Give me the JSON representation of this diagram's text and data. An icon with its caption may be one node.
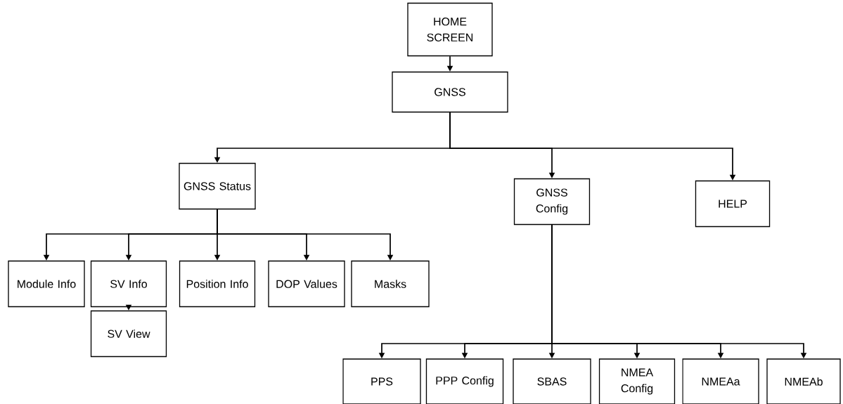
{
  "diagram": {
    "nodes": [
      {
        "text": [
          "HOME SCREEN"
        ]
      },
      {
        "text": [
          "GNSS"
        ]
      },
      {
        "text": [
          "GNSS Status"
        ]
      },
      {
        "text": [
          "GNSS Config"
        ]
      },
      {
        "text": [
          "HELP"
        ]
      },
      {
        "text": [
          "Module Info"
        ]
      },
      {
        "text": [
          "SV Info"
        ]
      },
      {
        "text": [
          "Position Info"
        ]
      },
      {
        "text": [
          "DOP Values"
        ]
      },
      {
        "text": [
          "Masks"
        ]
      },
      {
        "text": [
          "SV View"
        ]
      },
      {
        "text": [
          "PPS"
        ]
      },
      {
        "text": [
          "PPP Config"
        ]
      },
      {
        "text": [
          "SBAS"
        ]
      },
      {
        "text": [
          "NMEA Config"
        ]
      },
      {
        "text": [
          "NMEAa"
        ]
      },
      {
        "text": [
          "NMEAb"
        ]
      }
    ],
    "edges": [
      {
        "from": 0,
        "to": 1,
        "arrow": "to"
      },
      {
        "from": 1,
        "to": 2,
        "arrow": "to"
      },
      {
        "from": 1,
        "to": 3,
        "arrow": "to"
      },
      {
        "from": 1,
        "to": 4,
        "arrow": "to"
      },
      {
        "from": 2,
        "to": 5,
        "arrow": "to"
      },
      {
        "from": 2,
        "to": 6,
        "arrow": "to"
      },
      {
        "from": 2,
        "to": 7,
        "arrow": "to"
      },
      {
        "from": 2,
        "to": 8,
        "arrow": "to"
      },
      {
        "from": 2,
        "to": 9,
        "arrow": "to"
      },
      {
        "from": 6,
        "to": 10,
        "arrow": "to"
      },
      {
        "from": 3,
        "to": 11,
        "arrow": "to"
      },
      {
        "from": 3,
        "to": 12,
        "arrow": "to"
      },
      {
        "from": 3,
        "to": 13,
        "arrow": "to"
      },
      {
        "from": 3,
        "to": 14,
        "arrow": "to"
      },
      {
        "from": 3,
        "to": 15,
        "arrow": "to"
      },
      {
        "from": 3,
        "to": 16,
        "arrow": "to"
      }
    ]
  }
}
